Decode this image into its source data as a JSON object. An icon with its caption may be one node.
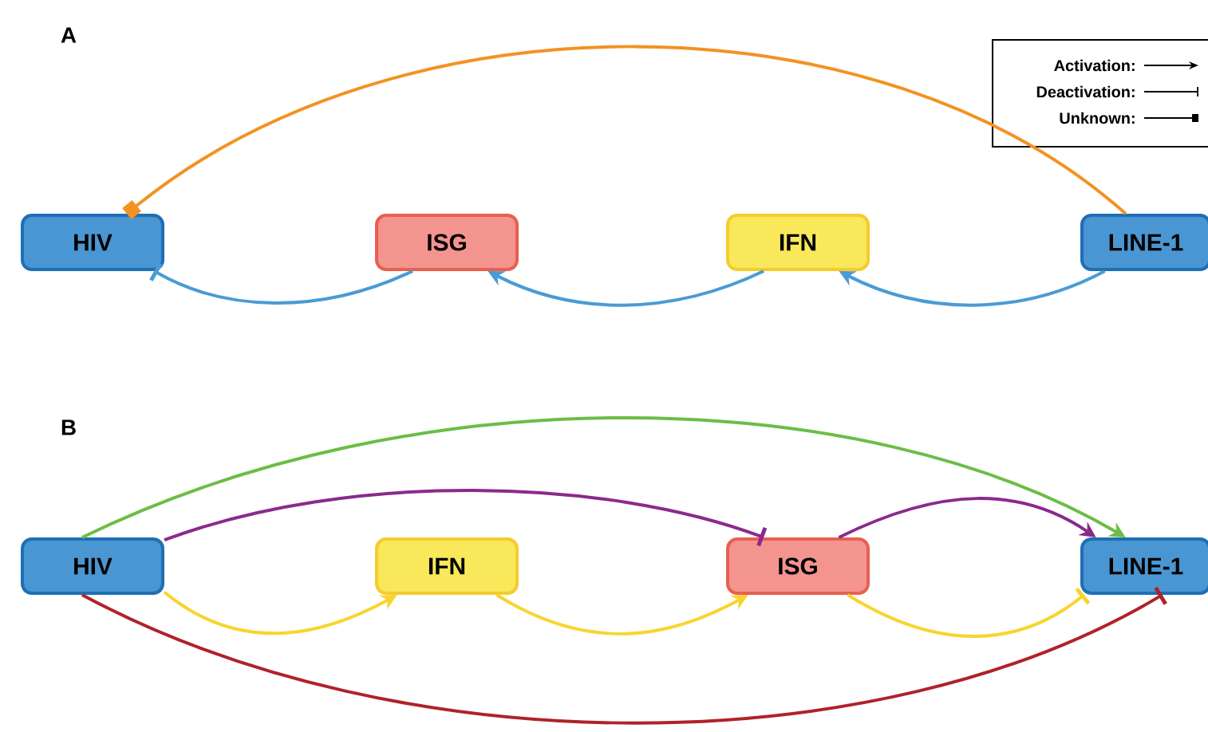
{
  "diagram": {
    "nodes": [
      {
        "text": [
          "HIV"
        ]
      },
      {
        "text": [
          "ISG"
        ]
      },
      {
        "text": [
          "IFN"
        ]
      },
      {
        "text": [
          "LINE-1"
        ]
      },
      {
        "text": [
          "HIV"
        ]
      },
      {
        "text": [
          "IFN"
        ]
      },
      {
        "text": [
          "ISG"
        ]
      },
      {
        "text": [
          "LINE-1"
        ]
      }
    ],
    "edges": [
      {
        "from": 3,
        "to": 0,
        "arrow": "other",
        "color": "#f39222"
      },
      {
        "from": 1,
        "to": 0,
        "arrow": "other",
        "color": "#4a9bd5"
      },
      {
        "from": 2,
        "to": 1,
        "arrow": "to",
        "color": "#4a9bd5"
      },
      {
        "from": 3,
        "to": 2,
        "arrow": "to",
        "color": "#4a9bd5"
      },
      {
        "from": 4,
        "to": 7,
        "arrow": "to",
        "color": "#6cbd45"
      },
      {
        "from": 4,
        "to": 6,
        "arrow": "other",
        "color": "#8a2a8c"
      },
      {
        "from": 6,
        "to": 7,
        "arrow": "to",
        "color": "#8a2a8c"
      },
      {
        "from": 4,
        "to": 5,
        "arrow": "to",
        "color": "#f8d52e"
      },
      {
        "from": 5,
        "to": 6,
        "arrow": "to",
        "color": "#f8d52e"
      },
      {
        "from": 6,
        "to": 7,
        "arrow": "other",
        "color": "#f8d52e"
      },
      {
        "from": 4,
        "to": 7,
        "arrow": "other",
        "color": "#b0222a"
      }
    ],
    "labels": [
      "A",
      "B"
    ],
    "legend": [
      {
        "text": "Activation:"
      },
      {
        "text": "Deactivation:"
      },
      {
        "text": "Unknown:"
      }
    ]
  }
}
